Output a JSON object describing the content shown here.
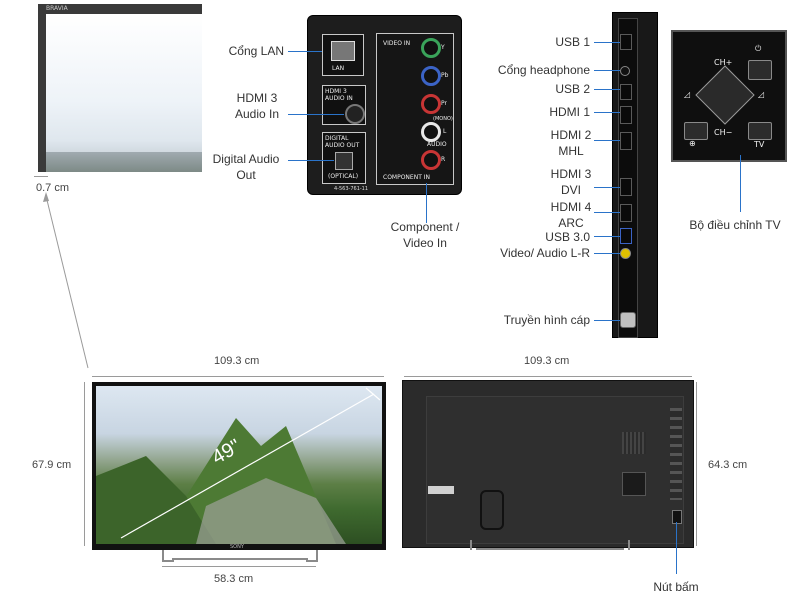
{
  "labels": {
    "lan": "Cổng LAN",
    "hdmi3_audio_in_1": "HDMI 3",
    "hdmi3_audio_in_2": "Audio In",
    "digital_audio_out_1": "Digital Audio",
    "digital_audio_out_2": "Out",
    "component_1": "Component /",
    "component_2": "Video In",
    "usb1": "USB 1",
    "headphone": "Cổng headphone",
    "usb2": "USB 2",
    "hdmi1": "HDMI 1",
    "hdmi2_1": "HDMI 2",
    "hdmi2_2": "MHL",
    "hdmi3_1": "HDMI 3",
    "hdmi3_2": "DVI",
    "hdmi4_1": "HDMI 4",
    "hdmi4_2": "ARC",
    "usb30": "USB 3.0",
    "video_audio_lr": "Video/ Audio L-R",
    "cable_tv": "Truyền hình cáp",
    "controller": "Bộ điều chỉnh TV",
    "button": "Nút bấm"
  },
  "dimensions": {
    "thickness": "0.7 cm",
    "front_width": "109.3 cm",
    "front_height": "67.9 cm",
    "stand_width": "58.3 cm",
    "back_width": "109.3 cm",
    "back_height": "64.3 cm",
    "diagonal": "49\""
  },
  "port_panel": {
    "lan": "LAN",
    "hdmi3_audio": "HDMI 3",
    "audio_in": "AUDIO IN",
    "digital": "DIGITAL",
    "audio_out": "AUDIO OUT",
    "optical": "(OPTICAL)",
    "video_in": "VIDEO IN",
    "audio": "AUDIO",
    "component_in": "COMPONENT IN",
    "mono": "(MONO)",
    "serial": "4-563-761-11",
    "pb": "Pb",
    "pr": "Pr",
    "y": "Y",
    "l": "L",
    "r": "R"
  },
  "controller_panel": {
    "ch_plus": "CH+",
    "ch_minus": "CH−",
    "tv": "TV"
  },
  "brand": {
    "sony": "SONY",
    "bravia": "BRAVIA"
  },
  "colors": {
    "accent_line": "#2a73c9",
    "dim_arrow": "#9a9a9a",
    "panel_bg": "#1d1d1d"
  }
}
